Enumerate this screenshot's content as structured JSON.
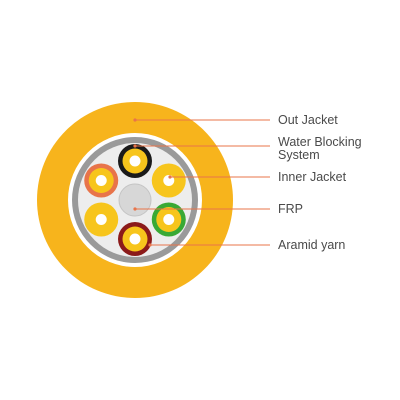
{
  "diagram": {
    "labels": {
      "out_jacket": "Out Jacket",
      "water_blocking_line1": "Water Blocking",
      "water_blocking_line2": "System",
      "inner_jacket": "Inner Jacket",
      "frp": "FRP",
      "aramid_yarn": "Aramid yarn"
    },
    "colors": {
      "outer_jacket": "#f7b41c",
      "water_blocking_ring": "#ffffff",
      "inner_jacket_ring": "#9a9a9a",
      "aramid_fill": "#ededed",
      "frp_core": "#d7d7d7",
      "leader_line": "#e8744a",
      "label_text": "#4a4a4a",
      "fiber_core": "#f7c51c"
    },
    "fibers": [
      {
        "position": "top",
        "ring_color": "#1a1a1a"
      },
      {
        "position": "upper-right",
        "ring_color": "#f7c51c"
      },
      {
        "position": "lower-right",
        "ring_color": "#39a935"
      },
      {
        "position": "bottom",
        "ring_color": "#8b1a1a"
      },
      {
        "position": "lower-left",
        "ring_color": "#f7c51c"
      },
      {
        "position": "upper-left",
        "ring_color": "#e8744a"
      }
    ]
  }
}
